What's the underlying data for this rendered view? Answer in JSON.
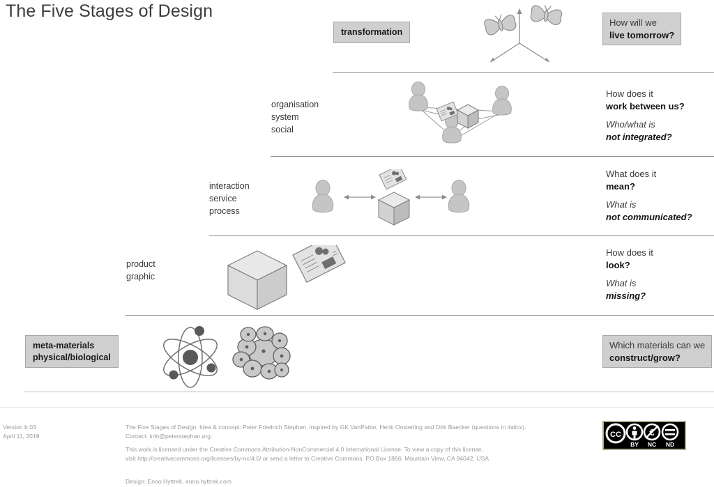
{
  "title": "The Five Stages of Design",
  "rows": [
    {
      "id": "transformation",
      "tag": "transformation",
      "labels": [],
      "icons": [
        "butterfly-icon",
        "butterfly-icon",
        "three-axis-arrow-icon"
      ],
      "question_box": {
        "line1": "How will we",
        "line2": "live tomorrow?"
      },
      "questions": null
    },
    {
      "id": "organisation",
      "tag": null,
      "labels": [
        "organisation",
        "system",
        "social"
      ],
      "icons": [
        "person-icon",
        "person-icon",
        "person-icon",
        "document-icon",
        "cube-icon",
        "network-links-icon"
      ],
      "question_box": null,
      "questions": {
        "line1": "How does it",
        "line2": "work between us?",
        "line3": "Who/what is",
        "line4": "not integrated?"
      }
    },
    {
      "id": "interaction",
      "tag": null,
      "labels": [
        "interaction",
        "service",
        "process"
      ],
      "icons": [
        "person-icon",
        "person-icon",
        "document-icon",
        "cube-icon",
        "double-arrow-icon",
        "double-arrow-icon"
      ],
      "question_box": null,
      "questions": {
        "line1": "What does it",
        "line2": "mean?",
        "line3": "What is",
        "line4": "not communicated?"
      }
    },
    {
      "id": "product",
      "tag": null,
      "labels": [
        "product",
        "graphic"
      ],
      "icons": [
        "cube-icon",
        "document-icon"
      ],
      "question_box": null,
      "questions": {
        "line1": "How does it",
        "line2": "look?",
        "line3": "What is",
        "line4": "missing?"
      }
    },
    {
      "id": "meta-materials",
      "tag": "meta-materials\nphysical/biological",
      "tag_line1": "meta-materials",
      "tag_line2": "physical/biological",
      "labels": [],
      "icons": [
        "atom-icon",
        "cell-cluster-icon"
      ],
      "question_box": {
        "line1": "Which materials can we",
        "line2": "construct/grow?"
      },
      "questions": null
    }
  ],
  "footer": {
    "version": "Version b 03",
    "date": "April 11, 2019",
    "credit_line1": "The Five Stages of Design. Idea & concept: Peter Friedrich Stephan, inspired by GK VanPatter, Henk Oosterling and Dirk Baecker (questions in italics).",
    "credit_line2": "Contact: info@peterstephan.org.",
    "license_line1": "This work is licensed under the Creative Commons Attribution-NonCommercial 4.0 International License. To view a copy of this license,",
    "license_line2": "visit http://creativecommons.org/licenses/by-nc/4.0/ or send a letter to Creative Commons, PO Box 1866, Mountain View, CA 94042, USA",
    "design_credit": "Design: Enno Hyttrek, enno.hyttrek.com",
    "cc_badge": {
      "cc": "CC",
      "by": "BY",
      "nc": "NC",
      "nd": "ND"
    }
  },
  "colors": {
    "tag_bg": "#cfcfcf",
    "divider": "#8e8e8e",
    "icon_fill": "#c9c9c9",
    "icon_stroke": "#7e7e7e",
    "text": "#3a3a3a"
  }
}
